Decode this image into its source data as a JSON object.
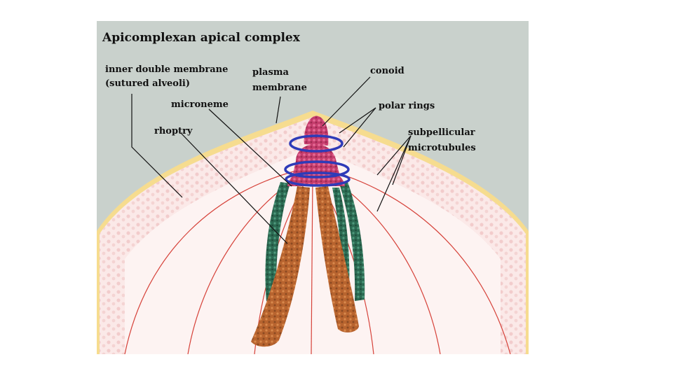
{
  "figure": {
    "title": "Apicomplexan apical complex",
    "labels": {
      "inner_membrane_line1": "inner double membrane",
      "inner_membrane_line2": "(sutured alveoli)",
      "plasma_line1": "plasma",
      "plasma_line2": "membrane",
      "conoid": "conoid",
      "microneme": "microneme",
      "polar_rings": "polar rings",
      "rhoptry": "rhoptry",
      "subpellicular_line1": "subpellicular",
      "subpellicular_line2": "microtubules"
    },
    "colors": {
      "background": "#c9d1cc",
      "cell_interior": "#fbeeee",
      "membrane": "#f5d98a",
      "alveoli_dots": "#f1c9c9",
      "microtubules": "#d6423a",
      "polar_rings": "#2e3bb8",
      "conoid": "#c8416f",
      "microneme": "#2f6b55",
      "rhoptry": "#b0602f"
    }
  }
}
